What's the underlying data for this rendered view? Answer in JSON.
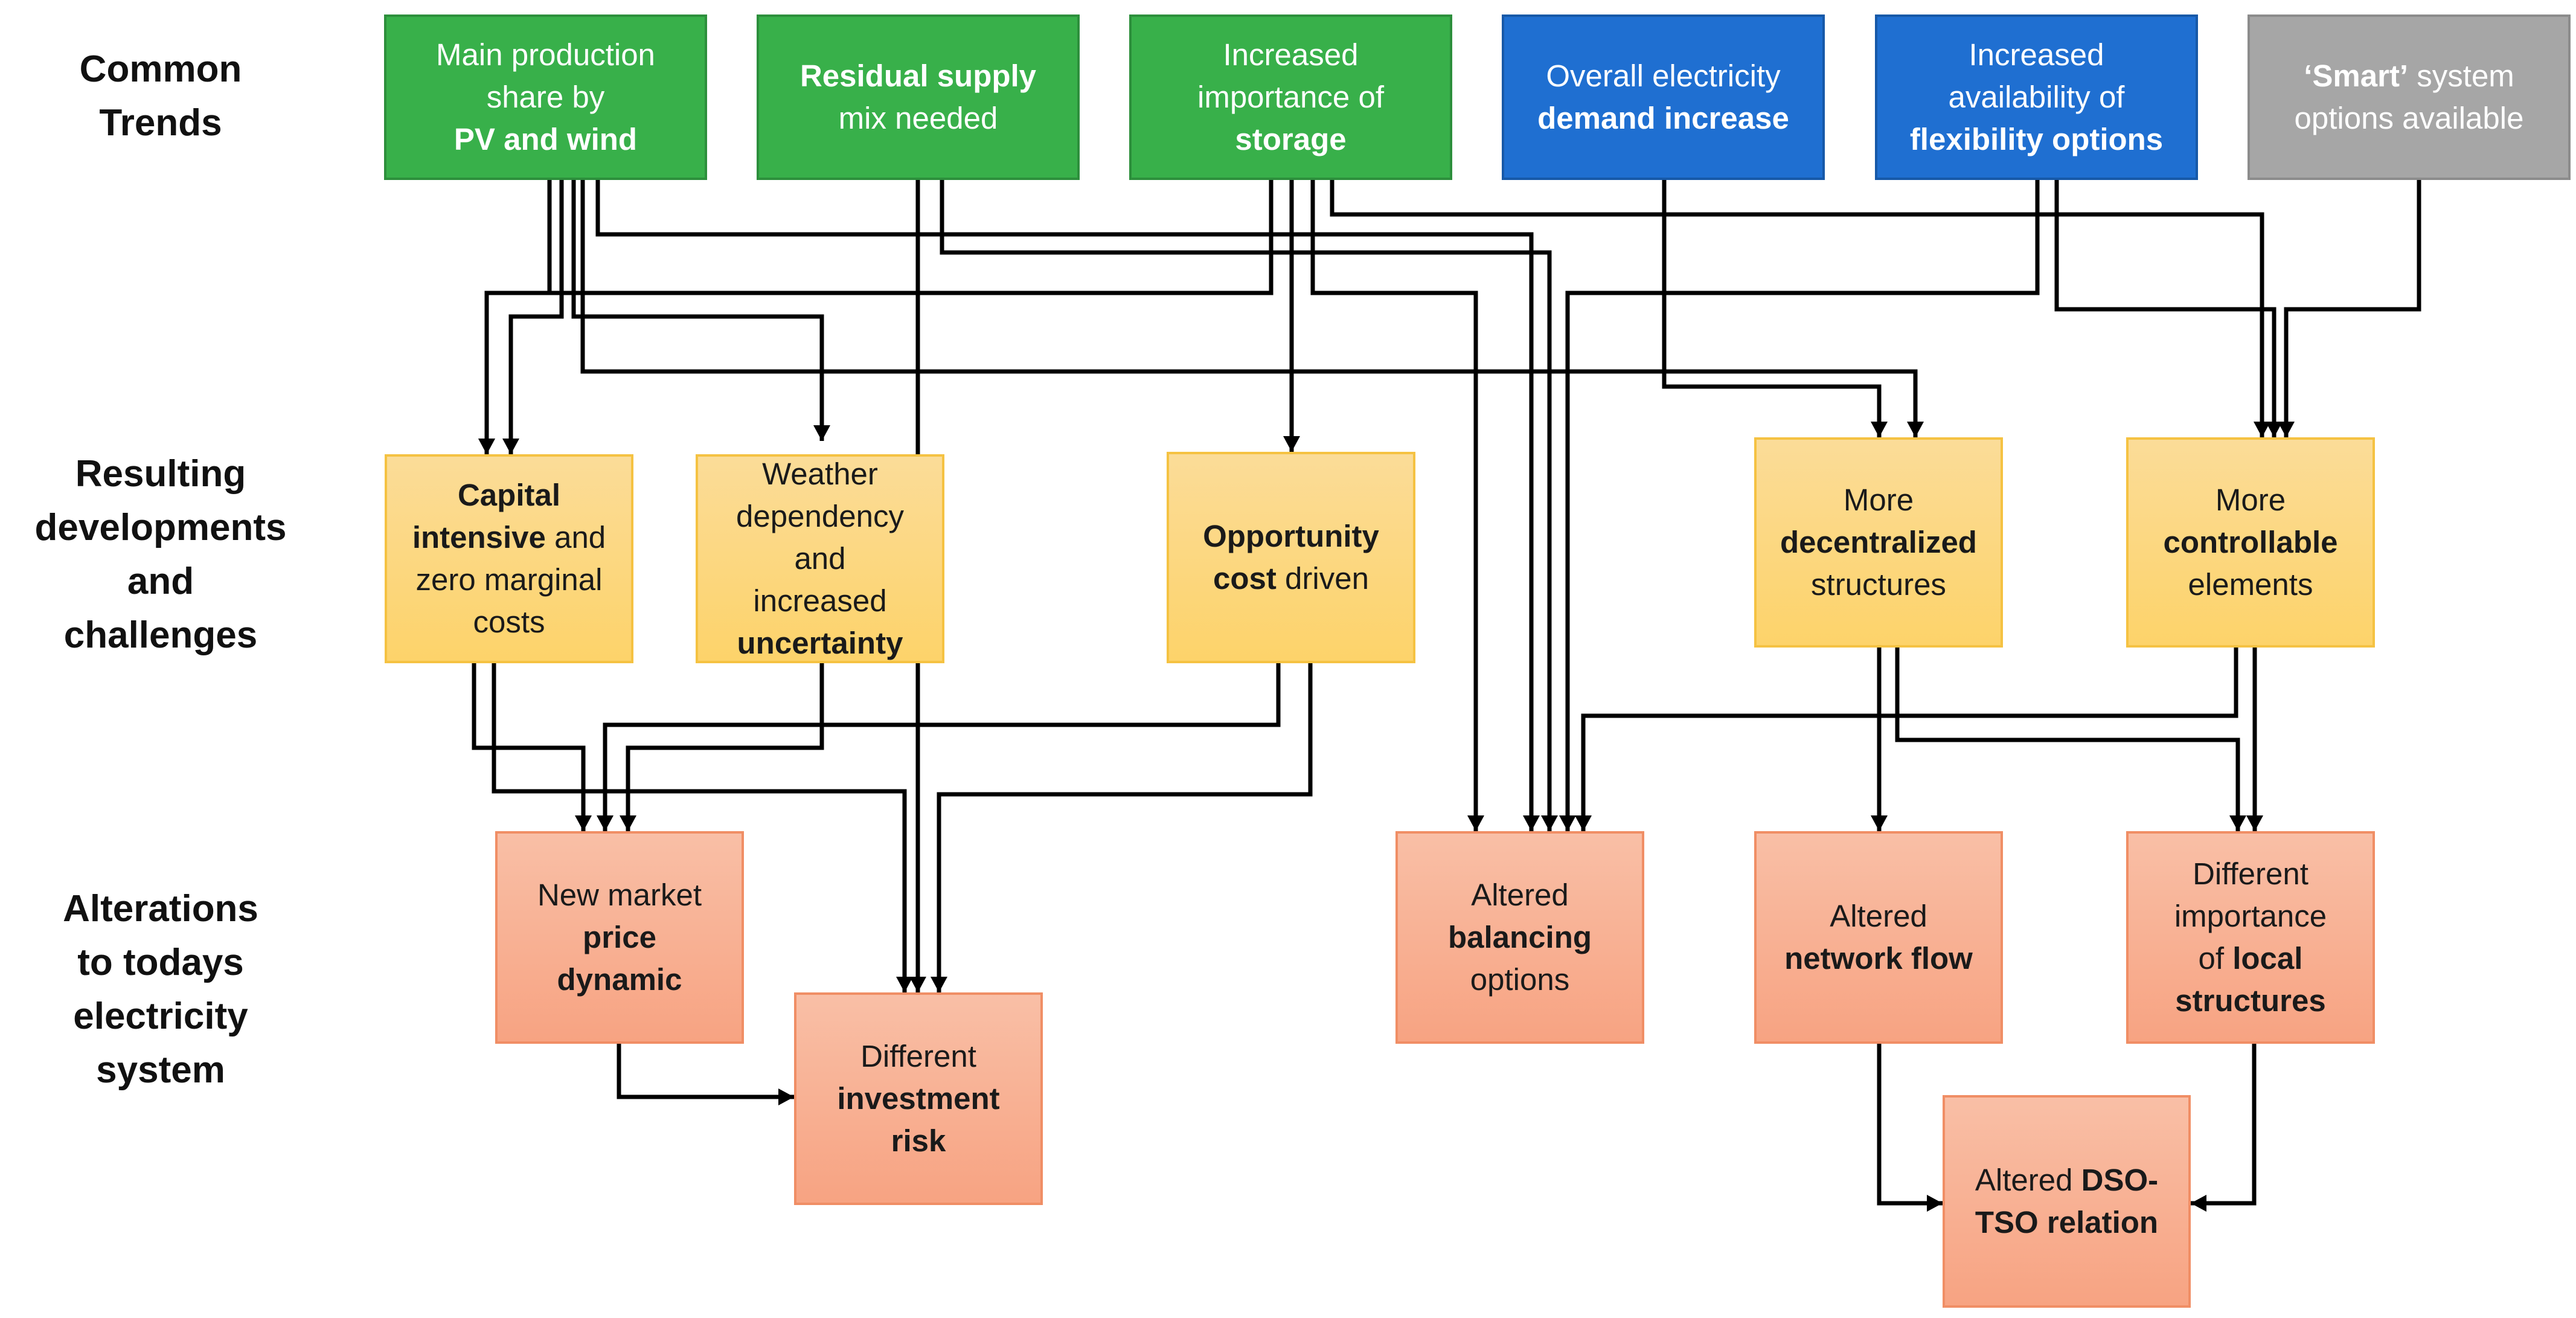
{
  "row_labels": {
    "trends": [
      "Common",
      "Trends"
    ],
    "developments": [
      "Resulting",
      "developments",
      "and",
      "challenges"
    ],
    "alterations": [
      "Alterations",
      "to todays",
      "electricity",
      "system"
    ]
  },
  "trends": {
    "pv_wind": [
      [
        "Main production"
      ],
      [
        "share by"
      ],
      [
        {
          "b": "PV and wind"
        }
      ]
    ],
    "residual": [
      [
        {
          "b": "Residual supply"
        }
      ],
      [
        "mix needed"
      ]
    ],
    "storage": [
      [
        "Increased"
      ],
      [
        "importance of"
      ],
      [
        {
          "b": "storage"
        }
      ]
    ],
    "demand": [
      [
        "Overall electricity"
      ],
      [
        {
          "b": "demand increase"
        }
      ]
    ],
    "flexibility": [
      [
        "Increased"
      ],
      [
        "availability of"
      ],
      [
        {
          "b": "flexibility"
        },
        " ",
        {
          "b": "options"
        }
      ]
    ],
    "smart": [
      [
        {
          "b": "‘Smart’"
        },
        " system"
      ],
      [
        "options available"
      ]
    ]
  },
  "developments": {
    "capital": [
      [
        {
          "b": "Capital"
        }
      ],
      [
        {
          "b": "intensive"
        },
        " and"
      ],
      [
        "zero marginal"
      ],
      [
        "costs"
      ]
    ],
    "weather": [
      [
        "Weather"
      ],
      [
        "dependency"
      ],
      [
        "and"
      ],
      [
        "increased"
      ],
      [
        {
          "b": "uncertainty"
        }
      ]
    ],
    "opportunity": [
      [
        {
          "b": "Opportunity"
        }
      ],
      [
        {
          "b": "cost"
        },
        " driven"
      ]
    ],
    "decentralized": [
      [
        "More"
      ],
      [
        {
          "b": "decentralized"
        }
      ],
      [
        "structures"
      ]
    ],
    "controllable": [
      [
        "More"
      ],
      [
        {
          "b": "controllable"
        }
      ],
      [
        "elements"
      ]
    ]
  },
  "alterations": {
    "market_price": [
      [
        "New market"
      ],
      [
        {
          "b": "price"
        }
      ],
      [
        {
          "b": "dynamic"
        }
      ]
    ],
    "investment": [
      [
        "Different"
      ],
      [
        {
          "b": "investment"
        }
      ],
      [
        {
          "b": "risk"
        }
      ]
    ],
    "balancing": [
      [
        "Altered"
      ],
      [
        {
          "b": "balancing"
        }
      ],
      [
        "options"
      ]
    ],
    "network": [
      [
        "Altered"
      ],
      [
        {
          "b": "network flow"
        }
      ]
    ],
    "local": [
      [
        "Different"
      ],
      [
        "importance"
      ],
      [
        "of ",
        {
          "b": "local"
        }
      ],
      [
        {
          "b": "structures"
        }
      ]
    ],
    "dso_tso": [
      [
        "Altered ",
        {
          "b": "DSO-"
        }
      ],
      [
        {
          "b": "TSO relation"
        }
      ]
    ]
  }
}
